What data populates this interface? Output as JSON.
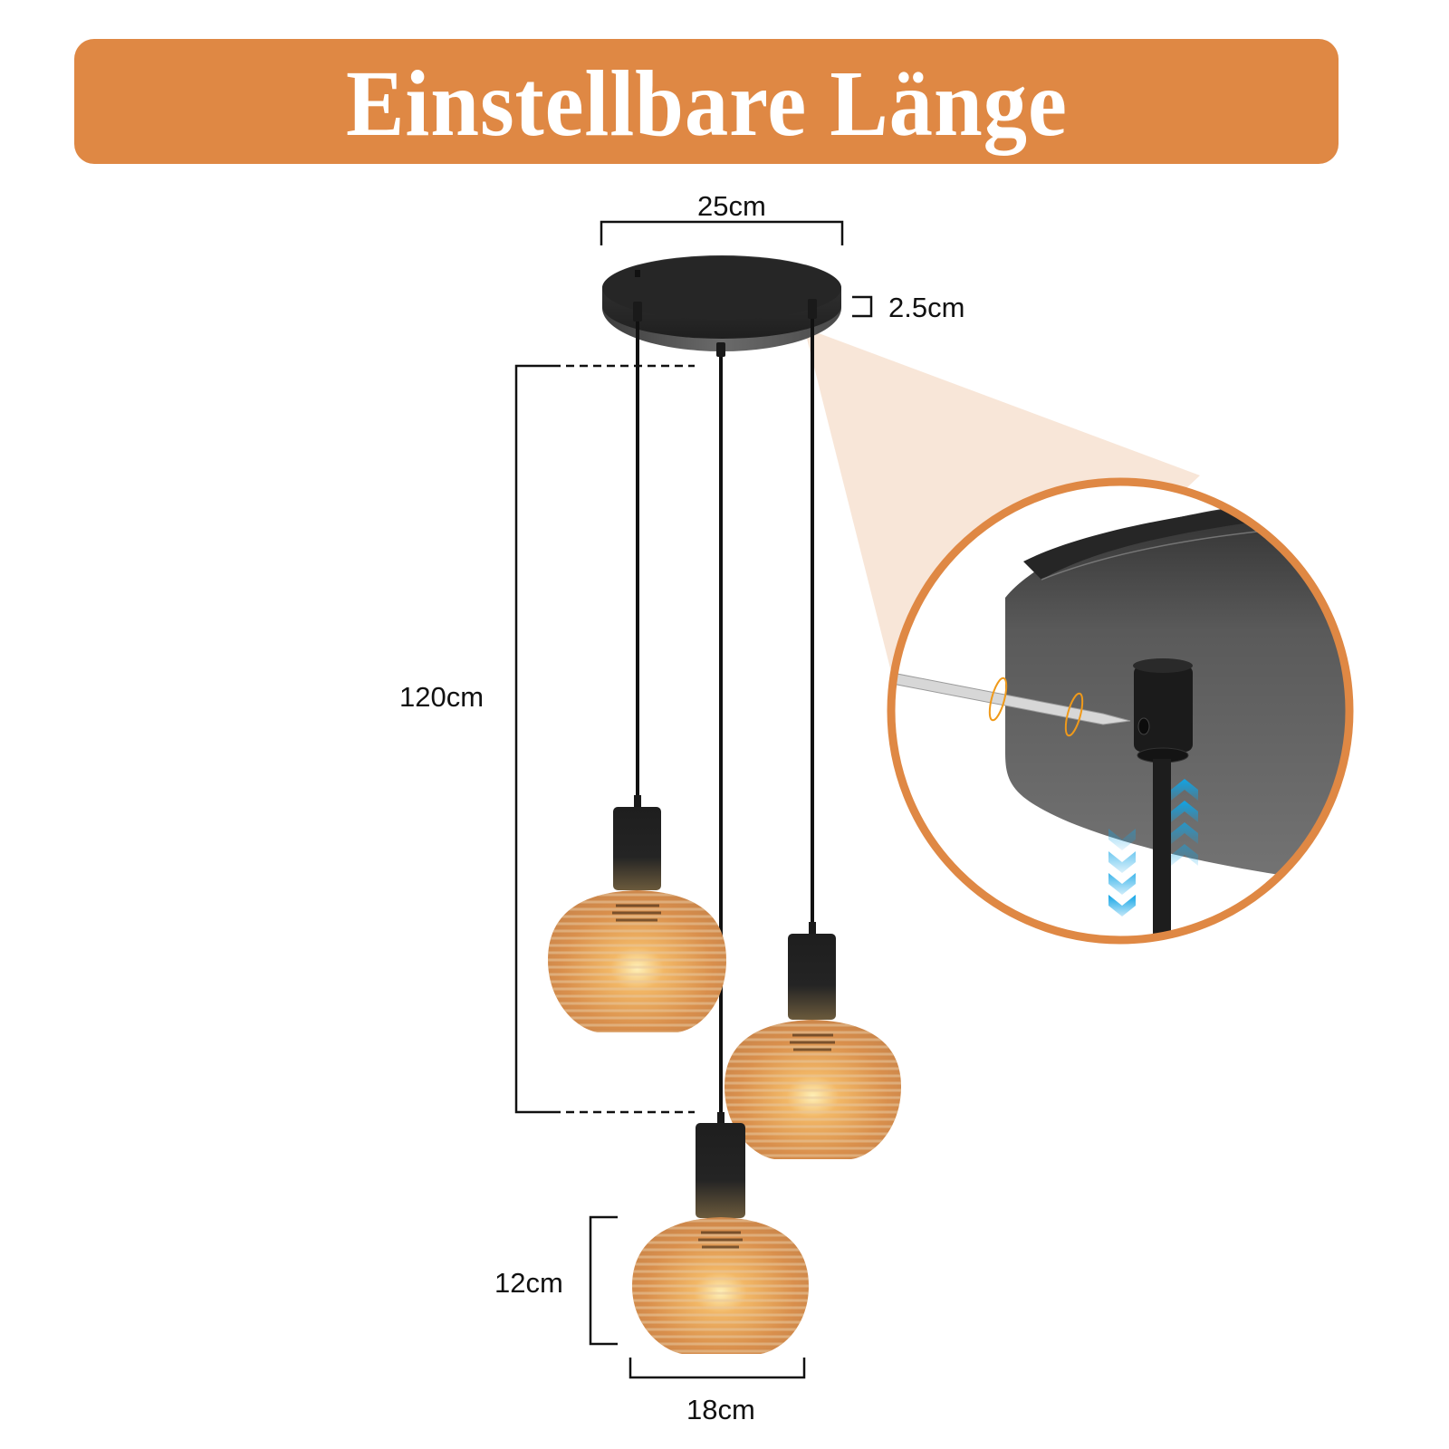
{
  "banner": {
    "title": "Einstellbare Länge",
    "background_color": "#df8844",
    "text_color": "#ffffff"
  },
  "product": {
    "type": "3-flammige Pendelleuchte",
    "canopy_color": "#2b2b2b",
    "shade_material_color": "#d9964f",
    "pendant_count": 3
  },
  "dimensions": {
    "canopy_width": "25cm",
    "canopy_height": "2.5cm",
    "cable_length": "120cm",
    "shade_height": "12cm",
    "shade_width": "18cm"
  },
  "detail_callout": {
    "border_color": "#df8844",
    "cone_color": "#f8e6d8",
    "icons": [
      "screwdriver-icon",
      "rotate-icon",
      "arrow-up-chevrons-icon",
      "arrow-down-chevrons-icon"
    ],
    "arrow_color": "#10a4e6"
  }
}
